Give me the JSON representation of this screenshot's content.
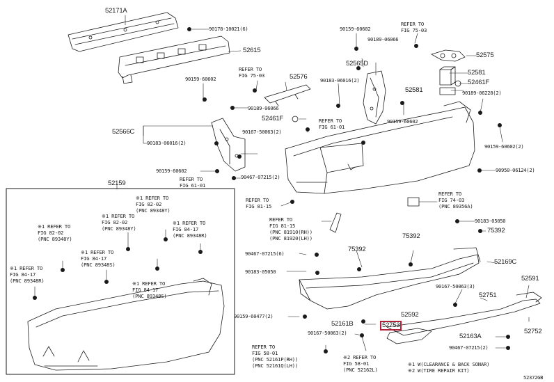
{
  "diagram_id": "52372GB",
  "highlight_color": "#b0223a",
  "highlight_part": "52753",
  "footnotes": [
    "※1 W(CLEARANCE & BACK SONAR)",
    "※2 W(TIRE REPAIR KIT)"
  ],
  "parts": [
    {
      "id": "p52171A",
      "text": "52171A"
    },
    {
      "id": "p52615",
      "text": "52615"
    },
    {
      "id": "p52576",
      "text": "52576"
    },
    {
      "id": "p52566C",
      "text": "52566C"
    },
    {
      "id": "p52461F_a",
      "text": "52461F"
    },
    {
      "id": "p52565D",
      "text": "52565D"
    },
    {
      "id": "p52575",
      "text": "52575"
    },
    {
      "id": "p52581_a",
      "text": "52581"
    },
    {
      "id": "p52461F_b",
      "text": "52461F"
    },
    {
      "id": "p52581_b",
      "text": "52581"
    },
    {
      "id": "p52159",
      "text": "52159"
    },
    {
      "id": "p75392_a",
      "text": "75392"
    },
    {
      "id": "p75392_b",
      "text": "75392"
    },
    {
      "id": "p75392_c",
      "text": "75392"
    },
    {
      "id": "p52169C",
      "text": "52169C"
    },
    {
      "id": "p52591",
      "text": "52591"
    },
    {
      "id": "p52751",
      "text": "52751"
    },
    {
      "id": "p52592",
      "text": "52592"
    },
    {
      "id": "p52161B",
      "text": "52161B"
    },
    {
      "id": "p52753",
      "text": "52753"
    },
    {
      "id": "p52163A",
      "text": "52163A"
    },
    {
      "id": "p52752",
      "text": "52752"
    }
  ],
  "fasteners": [
    {
      "id": "f1",
      "text": "90178-10021(6)"
    },
    {
      "id": "f2",
      "text": "90159-60602"
    },
    {
      "id": "f3",
      "text": "90189-06066"
    },
    {
      "id": "f4",
      "text": "90159-60602"
    },
    {
      "id": "f5",
      "text": "90189-06066"
    },
    {
      "id": "f6",
      "text": "90183-06016(2)"
    },
    {
      "id": "f7",
      "text": "90189-06228(2)"
    },
    {
      "id": "f8",
      "text": "90183-06016(2)"
    },
    {
      "id": "f9",
      "text": "90167-50063(2)"
    },
    {
      "id": "f10",
      "text": "90159-60602"
    },
    {
      "id": "f11",
      "text": "90159-60602(2)"
    },
    {
      "id": "f12",
      "text": "90467-07215(2)"
    },
    {
      "id": "f13",
      "text": "90159-60602"
    },
    {
      "id": "f14",
      "text": "90950-06124(2)"
    },
    {
      "id": "f15",
      "text": "90183-05050"
    },
    {
      "id": "f16",
      "text": "90467-07215(6)"
    },
    {
      "id": "f17",
      "text": "90183-05050"
    },
    {
      "id": "f18",
      "text": "90167-50063(3)"
    },
    {
      "id": "f19",
      "text": "90159-60477(2)"
    },
    {
      "id": "f20",
      "text": "90167-50063(2)"
    },
    {
      "id": "f21",
      "text": "90467-07215(2)"
    }
  ],
  "refs": [
    {
      "id": "r1",
      "lines": [
        "REFER TO",
        "FIG 75-03"
      ]
    },
    {
      "id": "r2",
      "lines": [
        "REFER TO",
        "FIG 75-03"
      ]
    },
    {
      "id": "r3",
      "lines": [
        "REFER TO",
        "FIG 61-01"
      ]
    },
    {
      "id": "r4",
      "lines": [
        "REFER TO",
        "FIG 61-01"
      ]
    },
    {
      "id": "r5",
      "lines": [
        "REFER TO",
        "FIG 81-15"
      ]
    },
    {
      "id": "r6",
      "lines": [
        "REFER TO",
        "FIG 81-15",
        "(PNC 81910(RH))",
        "(PNC 81920(LH))"
      ]
    },
    {
      "id": "r7",
      "lines": [
        "REFER TO",
        "FIG 74-03",
        "(PNC 89356A)"
      ]
    },
    {
      "id": "r8",
      "lines": [
        "※1 REFER TO",
        "FIG 82-02",
        "(PNC 89348Y)"
      ]
    },
    {
      "id": "r9",
      "lines": [
        "※1 REFER TO",
        "FIG 82-02",
        "(PNC 89348Y)"
      ]
    },
    {
      "id": "r10",
      "lines": [
        "※1 REFER TO",
        "FIG 82-02",
        "(PNC 89348Y)"
      ]
    },
    {
      "id": "r11",
      "lines": [
        "※1 REFER TO",
        "FIG 84-17",
        "(PNC 89348R)"
      ]
    },
    {
      "id": "r12",
      "lines": [
        "※1 REFER TO",
        "FIG 84-17",
        "(PNC 89348S)"
      ]
    },
    {
      "id": "r13",
      "lines": [
        "※1 REFER TO",
        "FIG 84-17",
        "(PNC 89348R)"
      ]
    },
    {
      "id": "r14",
      "lines": [
        "※1 REFER TO",
        "FIG 84-17",
        "(PNC 89348S)"
      ]
    },
    {
      "id": "r15",
      "lines": [
        "REFER TO",
        "FIG 58-01",
        "(PNC 52161P(RH))",
        "(PNC 52161Q(LH))"
      ]
    },
    {
      "id": "r16",
      "lines": [
        "※2 REFER TO",
        "FIG 58-01",
        "(PNC 52162L)"
      ]
    }
  ]
}
